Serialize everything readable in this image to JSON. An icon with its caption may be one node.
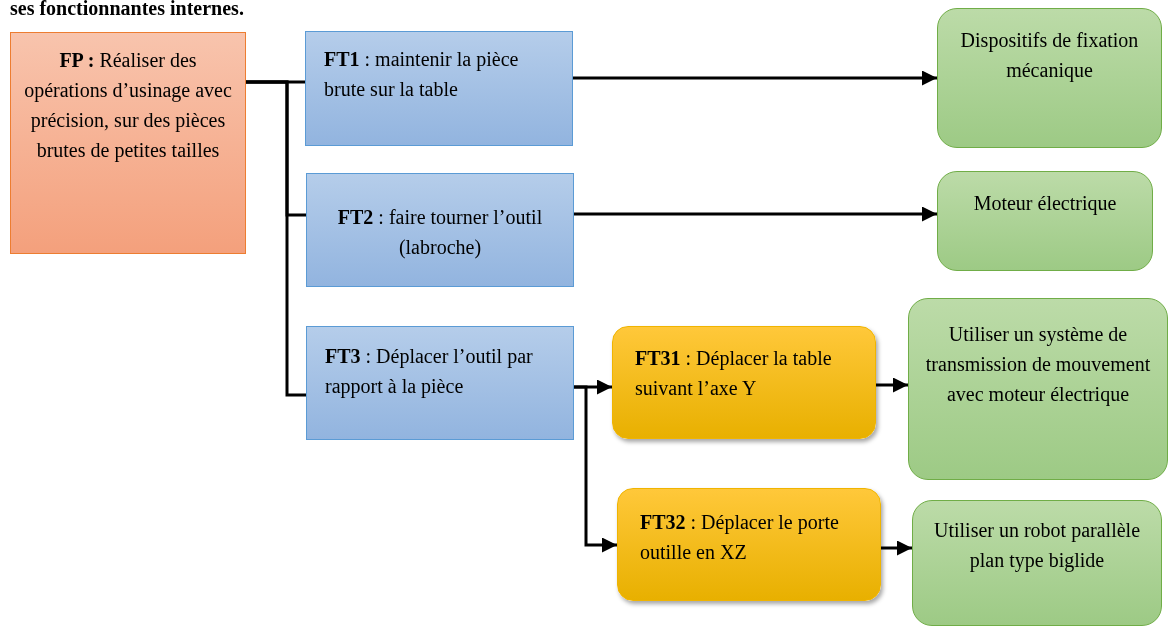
{
  "diagram": {
    "nodes": [
      {
        "text": [
          "**FP :** Réaliser des opérations d’usinage avec précision, sur des pièces brutes de petites tailles"
        ]
      },
      {
        "text": [
          "**FT1** : maintenir la pièce brute sur la table"
        ]
      },
      {
        "text": [
          "Dispositifs de fixation mécanique"
        ]
      },
      {
        "text": [
          "**FT2** : faire tourner l’outil (labroche)"
        ]
      },
      {
        "text": [
          "Moteur électrique"
        ]
      },
      {
        "text": [
          "**FT3** : Déplacer l’outil par rapport à la pièce"
        ]
      },
      {
        "text": [
          "**FT31** : Déplacer la table suivant l’axe Y"
        ]
      },
      {
        "text": [
          "Utiliser un système de transmission de mouvement avec moteur électrique"
        ]
      },
      {
        "text": [
          "**FT32** : Déplacer le porte outille en XZ"
        ]
      },
      {
        "text": [
          "Utiliser un robot parallèle plan type biglide"
        ]
      }
    ],
    "edges": [
      {
        "from": 0,
        "to": 1,
        "arrow": "none"
      },
      {
        "from": 0,
        "to": 3,
        "arrow": "none"
      },
      {
        "from": 0,
        "to": 5,
        "arrow": "none"
      },
      {
        "from": 1,
        "to": 2,
        "arrow": "to"
      },
      {
        "from": 3,
        "to": 4,
        "arrow": "to"
      },
      {
        "from": 5,
        "to": 6,
        "arrow": "to"
      },
      {
        "from": 5,
        "to": 8,
        "arrow": "to"
      },
      {
        "from": 6,
        "to": 7,
        "arrow": "to"
      },
      {
        "from": 8,
        "to": 9,
        "arrow": "to"
      }
    ],
    "labels": [
      "ses fonctionnantes internes."
    ]
  }
}
